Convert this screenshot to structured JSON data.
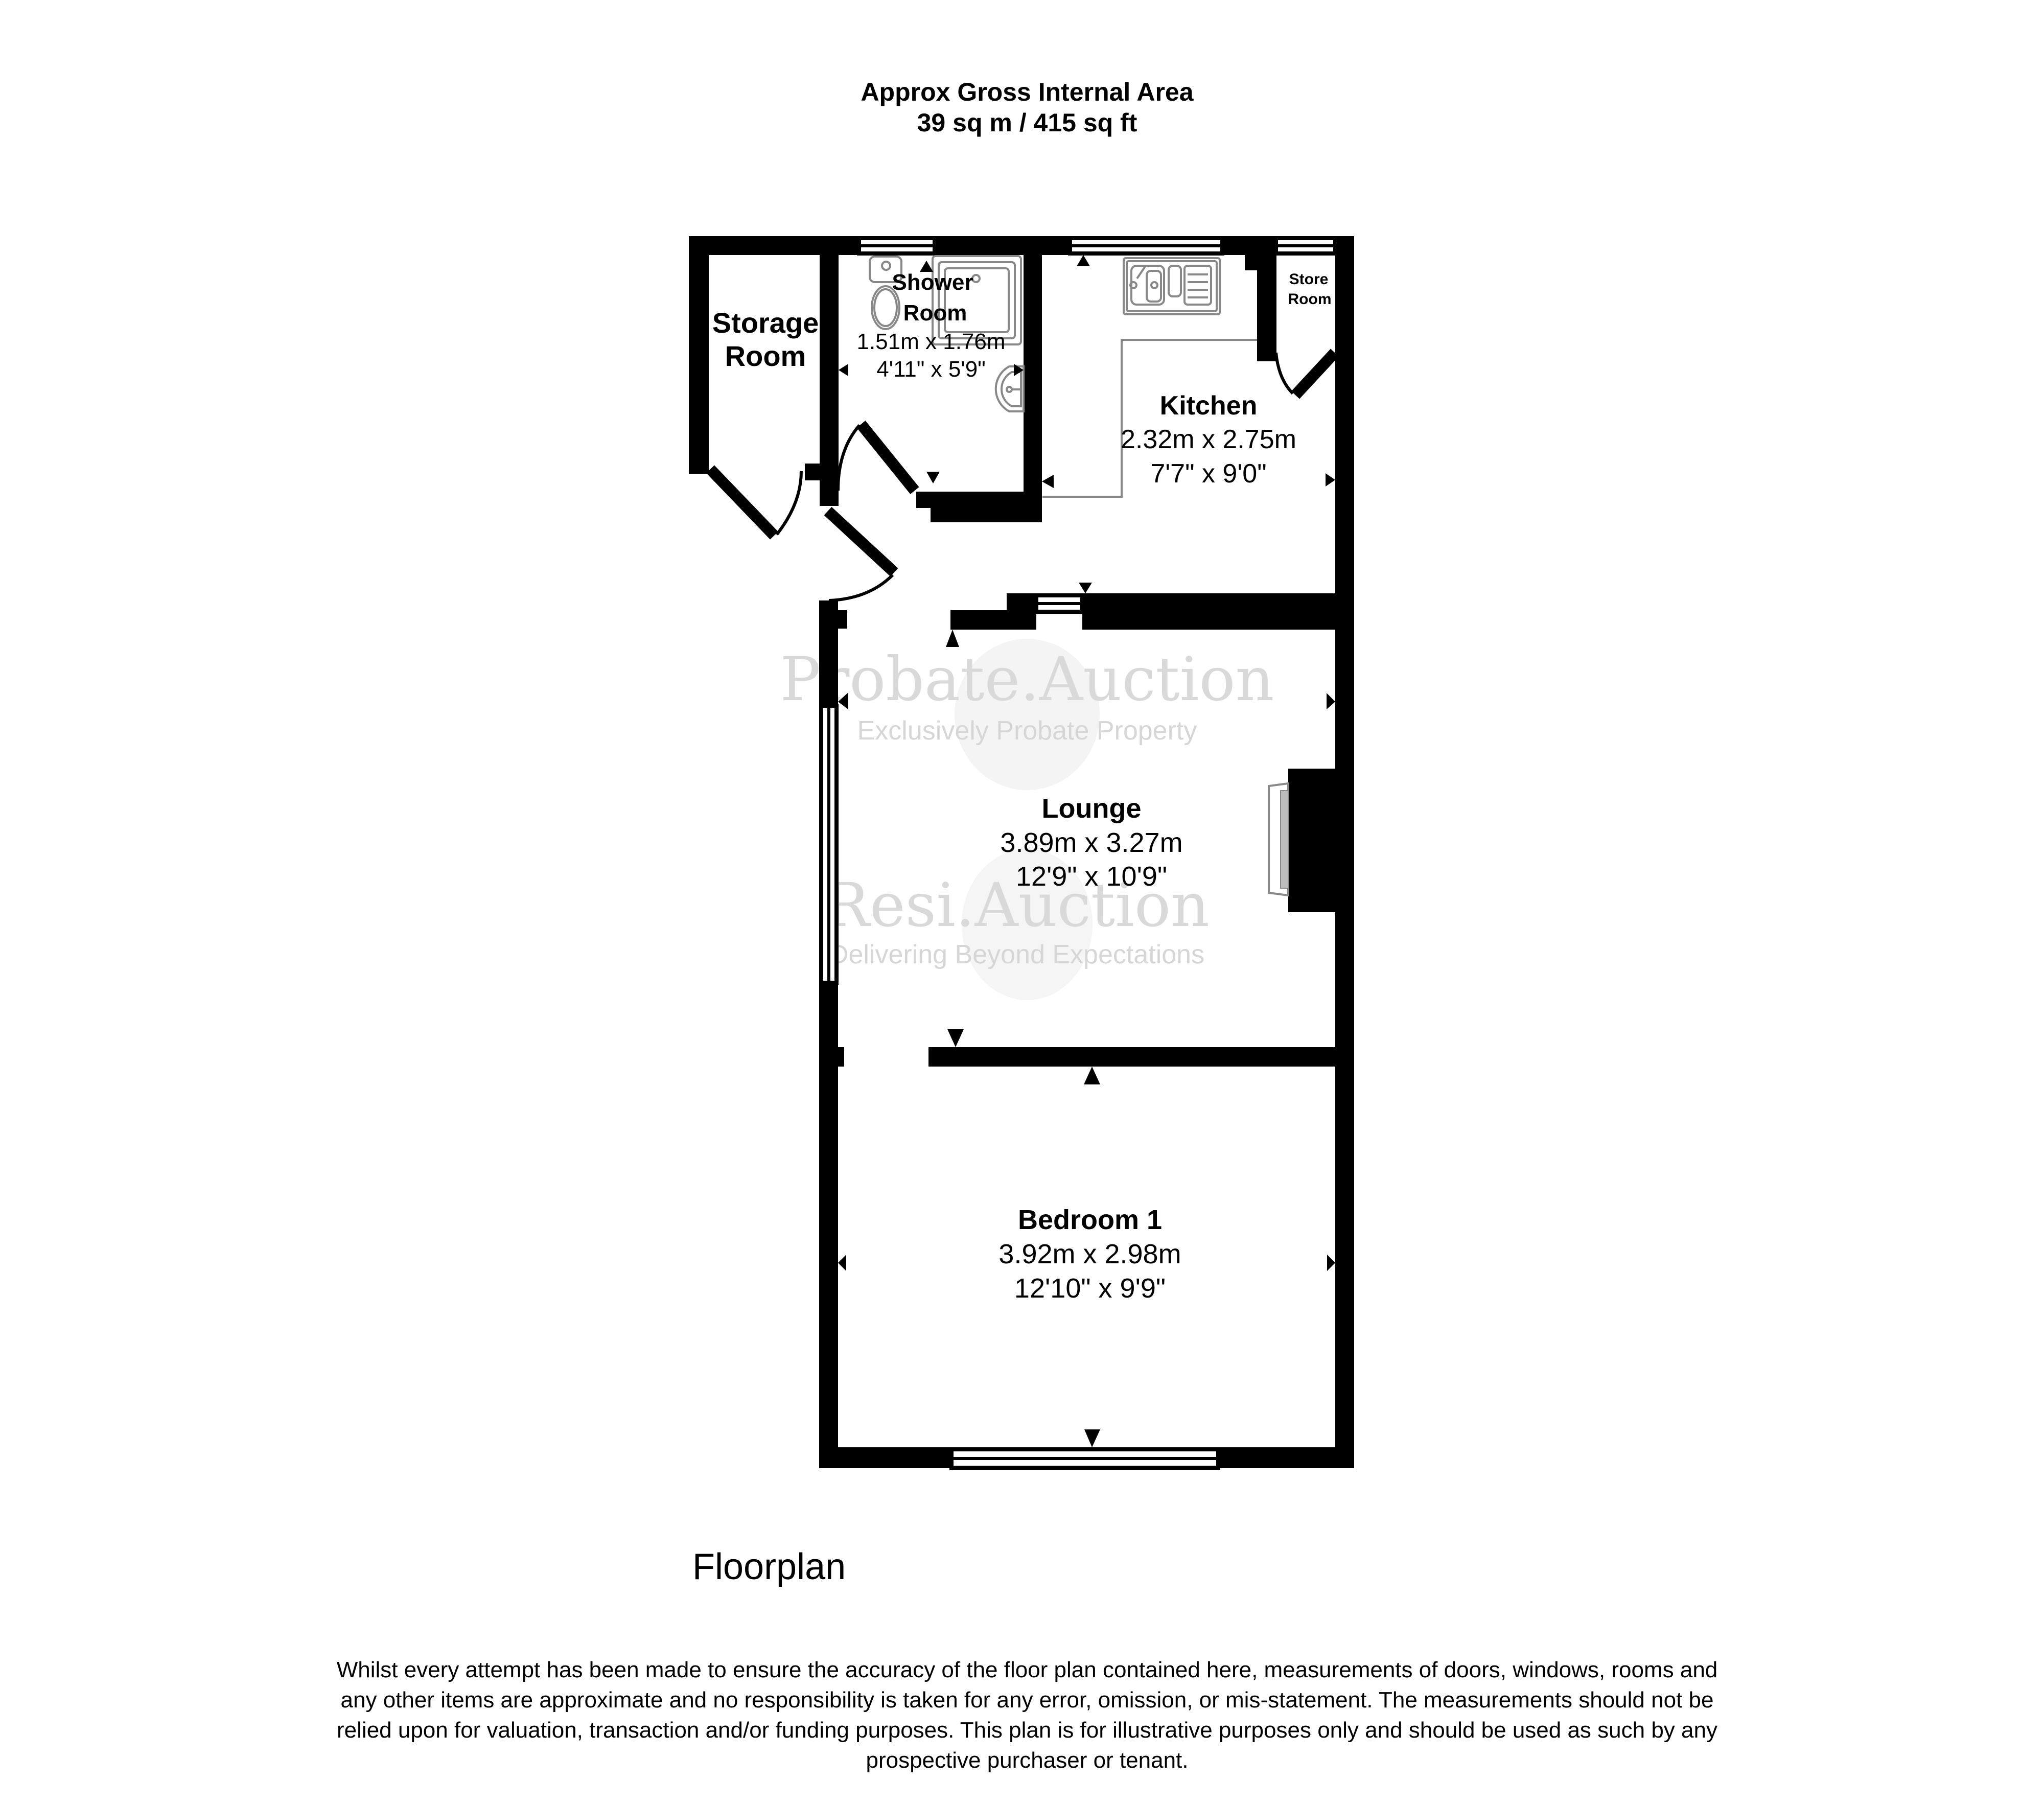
{
  "header": {
    "line1": "Approx Gross Internal Area",
    "line2": "39 sq m / 415 sq ft"
  },
  "rooms": {
    "storage": {
      "name_line1": "Storage",
      "name_line2": "Room"
    },
    "shower": {
      "name_line1": "Shower",
      "name_line2": "Room",
      "metric": "1.51m x 1.76m",
      "imperial": "4'11\" x 5'9\""
    },
    "kitchen": {
      "name": "Kitchen",
      "metric": "2.32m x 2.75m",
      "imperial": "7'7\" x 9'0\""
    },
    "store": {
      "name_line1": "Store",
      "name_line2": "Room"
    },
    "lounge": {
      "name": "Lounge",
      "metric": "3.89m x 3.27m",
      "imperial": "12'9\" x 10'9\""
    },
    "bedroom1": {
      "name": "Bedroom 1",
      "metric": "3.92m x 2.98m",
      "imperial": "12'10\" x 9'9\""
    }
  },
  "watermarks": {
    "probate_title": "Probate.Auction",
    "probate_tagline": "Exclusively Probate Property",
    "resi_title": "Resi.Auction",
    "resi_tagline": "Delivering Beyond Expectations"
  },
  "floor_label": "Floorplan",
  "disclaimer": {
    "line1": "Whilst every attempt has been made to ensure the accuracy of the floor plan contained here, measurements of doors, windows, rooms and",
    "line2": "any other items are approximate and no responsibility is taken for any error, omission, or mis-statement. The measurements should not be",
    "line3": "relied upon for valuation, transaction and/or funding purposes. This plan is for illustrative purposes only and should be used as such by any",
    "line4": "prospective purchaser or tenant."
  },
  "colors": {
    "wall": "#000000",
    "fixture": "#888888",
    "watermark": "#d9d9d9",
    "watermark_circle": "#f4f4f4",
    "background": "#ffffff"
  }
}
